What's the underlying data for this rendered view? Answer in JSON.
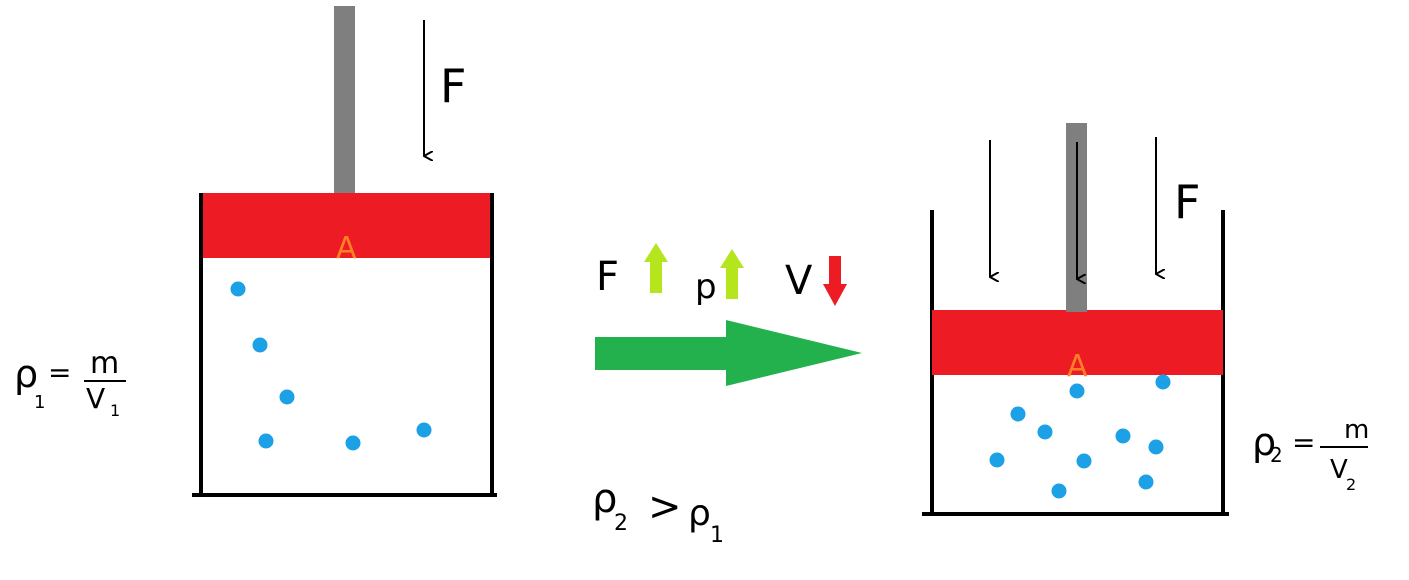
{
  "left_cylinder": {
    "piston_label": "A",
    "force_label": "F",
    "density_formula": {
      "lhs": "ρ",
      "lhs_sub": "1",
      "eq": "=",
      "numerator": "m",
      "denominator": "V",
      "denominator_sub": "1"
    }
  },
  "right_cylinder": {
    "piston_label": "A",
    "force_label": "F",
    "density_formula": {
      "lhs": "ρ",
      "lhs_sub": "2",
      "eq": "=",
      "numerator": "m",
      "denominator": "V",
      "denominator_sub": "2"
    }
  },
  "transition": {
    "indicators": [
      {
        "symbol": "F",
        "direction": "up",
        "color": "#b5e61d"
      },
      {
        "symbol": "p",
        "direction": "up",
        "color": "#b5e61d"
      },
      {
        "symbol": "V",
        "direction": "down",
        "color": "#ed1c24"
      }
    ],
    "arrow_color": "#22b14c"
  },
  "comparison": {
    "lhs": "ρ",
    "lhs_sub": "2",
    "op": ">",
    "rhs": "ρ",
    "rhs_sub": "1"
  },
  "colors": {
    "piston": "#ed1c24",
    "rod": "#7f7f7f",
    "particle": "#1ca0e6",
    "label_a": "#ff7f27"
  }
}
